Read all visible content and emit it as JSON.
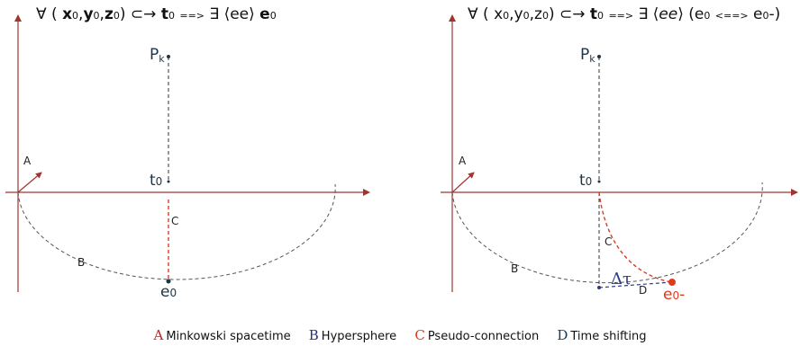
{
  "left_panel": {
    "title": {
      "forall": "∀ (",
      "x": "x",
      "y": "y",
      "z": "z",
      "sub0": "0",
      "comma": ",",
      "close": ")",
      "arrow": "⊂→",
      "t": "t",
      "implies": "==>",
      "exists": "∃ ⟨ee⟩",
      "e": "e"
    },
    "labels": {
      "pk": "P",
      "pk_sub": "k",
      "t0": "t",
      "t0_sub": "0",
      "e0": "e",
      "e0_sub": "0",
      "a": "A",
      "b": "B",
      "c": "C"
    }
  },
  "right_panel": {
    "title": {
      "forall": "∀ (",
      "x": "x",
      "y": "y",
      "z": "z",
      "sub0": "0",
      "comma": ",",
      "close": ")",
      "arrow": "⊂→",
      "t": "t",
      "implies": "==>",
      "exists": "∃ ⟨",
      "ee": "ee",
      "rangle": "⟩",
      "paren_open": "(e",
      "equiv": "<==>",
      "e0minus_tail": "e",
      "minus_close": "-)"
    },
    "labels": {
      "pk": "P",
      "pk_sub": "k",
      "t0": "t",
      "t0_sub": "0",
      "e0minus": "e",
      "e0minus_sub": "0",
      "e0minus_suffix": "-",
      "a": "A",
      "b": "B",
      "c": "C",
      "d": "D",
      "delta_tau": "Δτ"
    }
  },
  "legend": [
    {
      "letter": "A",
      "text": "Minkowski spacetime",
      "color": "#b52a2a"
    },
    {
      "letter": "B",
      "text": "Hypersphere",
      "color": "#2b2b88"
    },
    {
      "letter": "C",
      "text": "Pseudo-connection",
      "color": "#e03a1e"
    },
    {
      "letter": "D",
      "text": "Time shifting",
      "color": "#1a3a5a"
    }
  ],
  "colors": {
    "axis": "#a0342f",
    "dashed_gray": "#555555",
    "pseudo_connection": "#e03a1e",
    "time_shift": "#2b3a8a",
    "label_dark": "#1e3446"
  }
}
